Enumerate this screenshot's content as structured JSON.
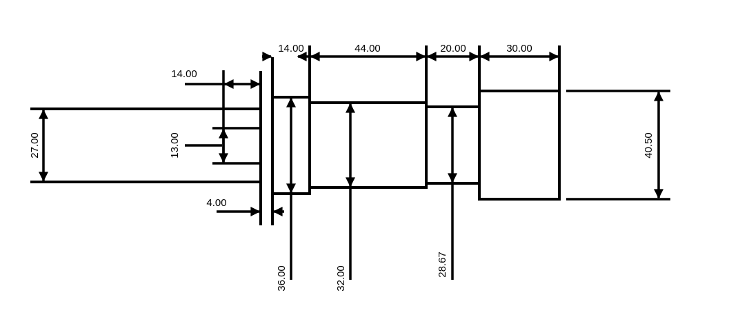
{
  "drawing": {
    "dimensions": {
      "step_14_top": "14.00",
      "step_44": "44.00",
      "step_20": "20.00",
      "step_30": "30.00",
      "left_14": "14.00",
      "left_27": "27.00",
      "left_13": "13.00",
      "left_4": "4.00",
      "dia_36": "36.00",
      "dia_32": "32.00",
      "dia_2867": "28.67",
      "dia_4050": "40.50"
    }
  }
}
